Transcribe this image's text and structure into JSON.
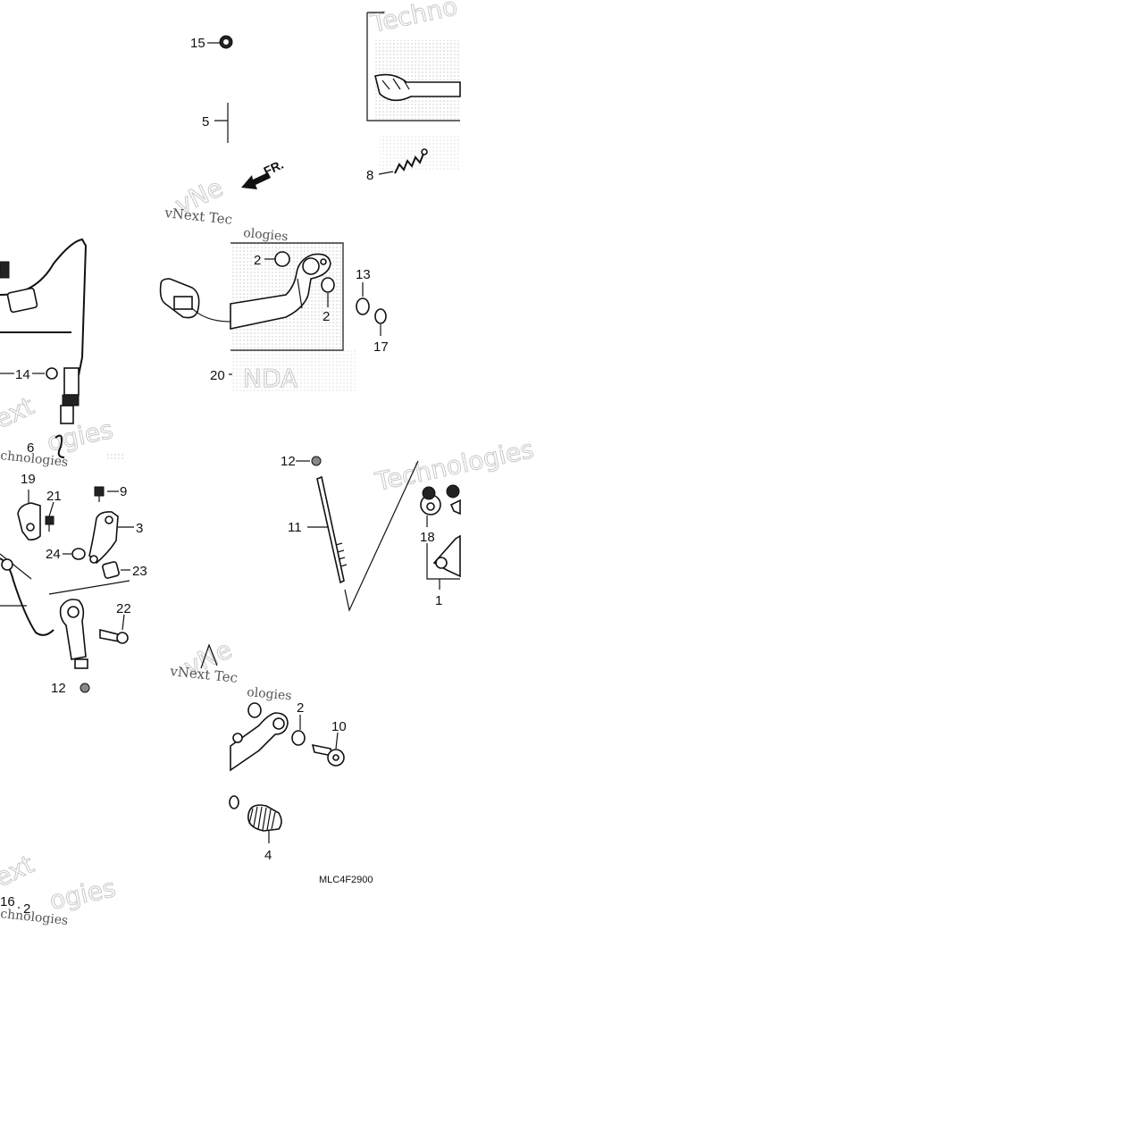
{
  "diagram": {
    "drawing_code": "MLC4F2900",
    "direction_label": "FR.",
    "callouts": [
      "15",
      "5",
      "8",
      "2",
      "13",
      "2",
      "17",
      "20",
      "14",
      "6",
      "19",
      "21",
      "9",
      "3",
      "24",
      "23",
      "22",
      "12",
      "12",
      "11",
      "18",
      "1",
      "2",
      "10",
      "4",
      "16",
      "2"
    ],
    "watermarks": {
      "technologies": "Technologies",
      "techno": "Techno",
      "vnext_tec": "vNext Tec",
      "ologies": "ologies",
      "ext": "ext",
      "chnologies": "chnologies",
      "ogies": "ogies",
      "vne": "vNe",
      "nda": "NDA"
    }
  }
}
